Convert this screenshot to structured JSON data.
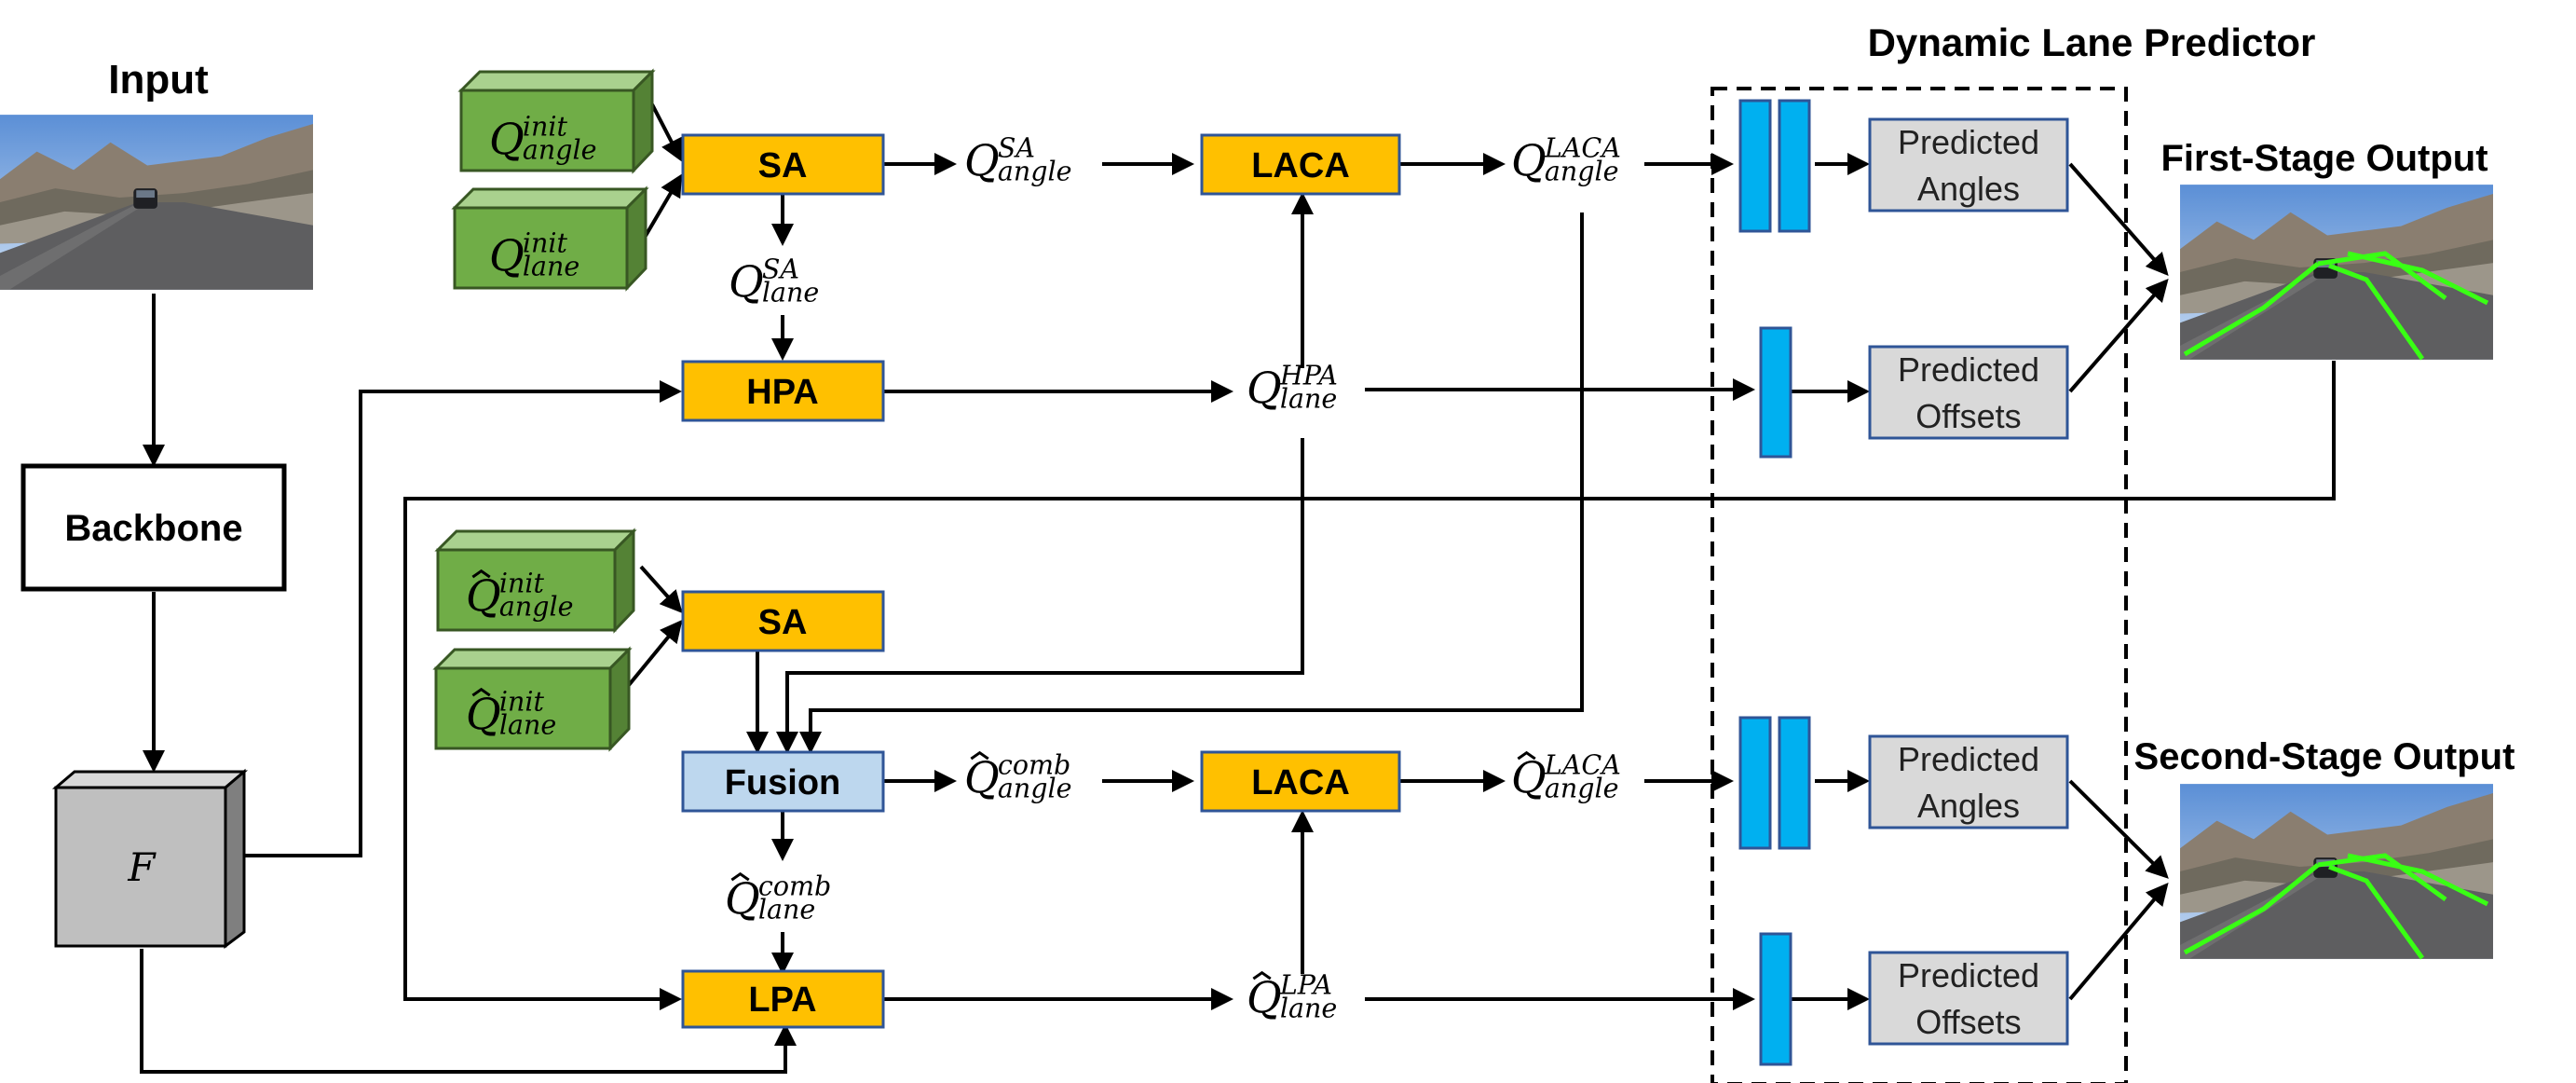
{
  "titles": {
    "input": "Input",
    "predictor": "Dynamic Lane Predictor",
    "first_output": "First-Stage Output",
    "second_output": "Second-Stage Output"
  },
  "modules": {
    "backbone": "Backbone",
    "feature": "F",
    "sa_top": "SA",
    "laca_top": "LACA",
    "hpa": "HPA",
    "sa_bottom": "SA",
    "fusion": "Fusion",
    "laca_bottom": "LACA",
    "lpa": "LPA"
  },
  "queries": {
    "q_init_angle": {
      "base": "Q",
      "sup": "init",
      "sub": "angle",
      "hat": false
    },
    "q_init_lane": {
      "base": "Q",
      "sup": "init",
      "sub": "lane",
      "hat": false
    },
    "q_sa_angle": {
      "base": "Q",
      "sup": "SA",
      "sub": "angle",
      "hat": false
    },
    "q_sa_lane": {
      "base": "Q",
      "sup": "SA",
      "sub": "lane",
      "hat": false
    },
    "q_laca_angle": {
      "base": "Q",
      "sup": "LACA",
      "sub": "angle",
      "hat": false
    },
    "q_hpa_lane": {
      "base": "Q",
      "sup": "HPA",
      "sub": "lane",
      "hat": false
    },
    "qh_init_angle": {
      "base": "Q",
      "sup": "init",
      "sub": "angle",
      "hat": true
    },
    "qh_init_lane": {
      "base": "Q",
      "sup": "init",
      "sub": "lane",
      "hat": true
    },
    "qh_comb_angle": {
      "base": "Q",
      "sup": "comb",
      "sub": "angle",
      "hat": true
    },
    "qh_comb_lane": {
      "base": "Q",
      "sup": "comb",
      "sub": "lane",
      "hat": true
    },
    "qh_laca_angle": {
      "base": "Q",
      "sup": "LACA",
      "sub": "angle",
      "hat": true
    },
    "qh_lpa_lane": {
      "base": "Q",
      "sup": "LPA",
      "sub": "lane",
      "hat": true
    }
  },
  "predictions": {
    "angles_top": [
      "Predicted",
      "Angles"
    ],
    "offsets_top": [
      "Predicted",
      "Offsets"
    ],
    "angles_bottom": [
      "Predicted",
      "Angles"
    ],
    "offsets_bottom": [
      "Predicted",
      "Offsets"
    ]
  },
  "colors": {
    "module_orange": "#FFC000",
    "module_border": "#2F5597",
    "query_green_face": "#70AD47",
    "query_green_top": "#A9D18E",
    "query_green_side": "#548235",
    "query_border": "#385723",
    "fusion_blue": "#BDD7EE",
    "predictor_bar": "#00B0F0",
    "predicted_box": "#D9D9D9",
    "feature_face": "#BFBFBF",
    "feature_side": "#7F7F7F",
    "lane_line": "#39FF14"
  }
}
